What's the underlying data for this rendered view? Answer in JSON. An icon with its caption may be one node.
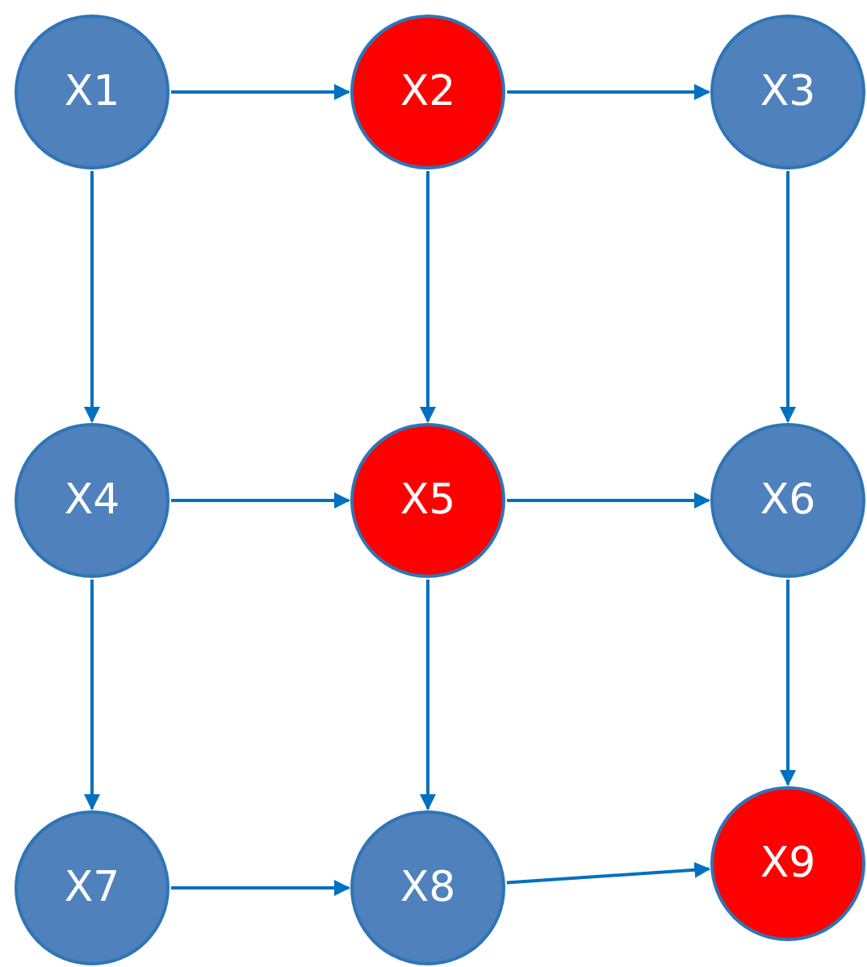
{
  "diagram": {
    "nodes": [
      {
        "text": [
          "X1"
        ]
      },
      {
        "text": [
          "X2"
        ]
      },
      {
        "text": [
          "X3"
        ]
      },
      {
        "text": [
          "X4"
        ]
      },
      {
        "text": [
          "X5"
        ]
      },
      {
        "text": [
          "X6"
        ]
      },
      {
        "text": [
          "X7"
        ]
      },
      {
        "text": [
          "X8"
        ]
      },
      {
        "text": [
          "X9"
        ]
      }
    ],
    "edges": [
      {
        "from": 0,
        "to": 1,
        "arrow": "to"
      },
      {
        "from": 1,
        "to": 2,
        "arrow": "to"
      },
      {
        "from": 0,
        "to": 3,
        "arrow": "to"
      },
      {
        "from": 1,
        "to": 4,
        "arrow": "to"
      },
      {
        "from": 2,
        "to": 5,
        "arrow": "to"
      },
      {
        "from": 3,
        "to": 4,
        "arrow": "to"
      },
      {
        "from": 4,
        "to": 5,
        "arrow": "to"
      },
      {
        "from": 3,
        "to": 6,
        "arrow": "to"
      },
      {
        "from": 4,
        "to": 7,
        "arrow": "to"
      },
      {
        "from": 5,
        "to": 8,
        "arrow": "to"
      },
      {
        "from": 6,
        "to": 7,
        "arrow": "to"
      },
      {
        "from": 7,
        "to": 8,
        "arrow": "to"
      }
    ]
  }
}
